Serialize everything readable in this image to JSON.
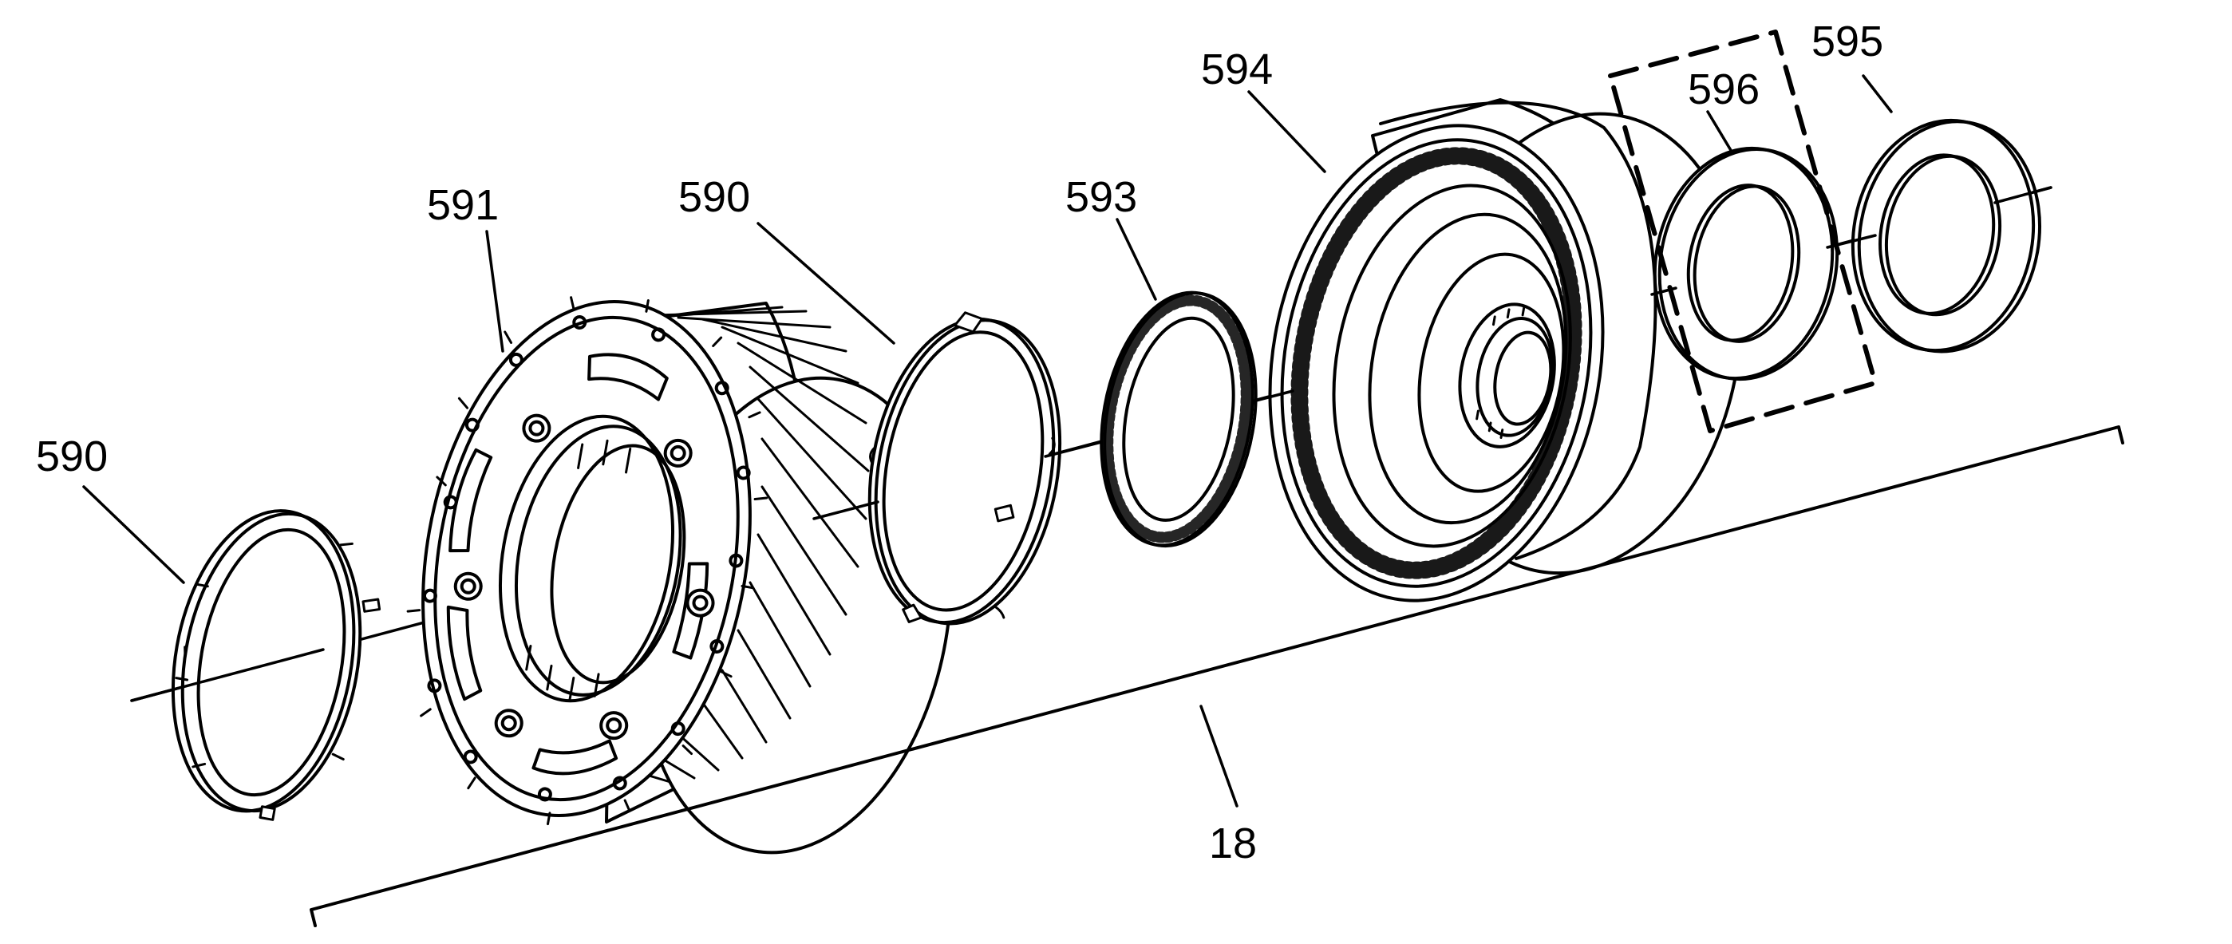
{
  "diagram": {
    "kind": "exploded assembly view",
    "callouts": {
      "c590_left": "590",
      "c591": "591",
      "c590_right": "590",
      "c593": "593",
      "c594": "594",
      "c596": "596",
      "c595": "595",
      "c18": "18"
    },
    "parts": [
      {
        "callout": "590",
        "icon": "snap-ring-icon"
      },
      {
        "callout": "591",
        "icon": "sun-gear-drum-icon"
      },
      {
        "callout": "590",
        "icon": "snap-ring-icon"
      },
      {
        "callout": "593",
        "icon": "thrust-bearing-icon"
      },
      {
        "callout": "594",
        "icon": "internal-gear-icon"
      },
      {
        "callout": "596",
        "icon": "washer-icon"
      },
      {
        "callout": "595",
        "icon": "washer-icon"
      }
    ],
    "colors": {
      "line": "#000000",
      "background": "#ffffff",
      "fill": "#ffffff"
    }
  }
}
